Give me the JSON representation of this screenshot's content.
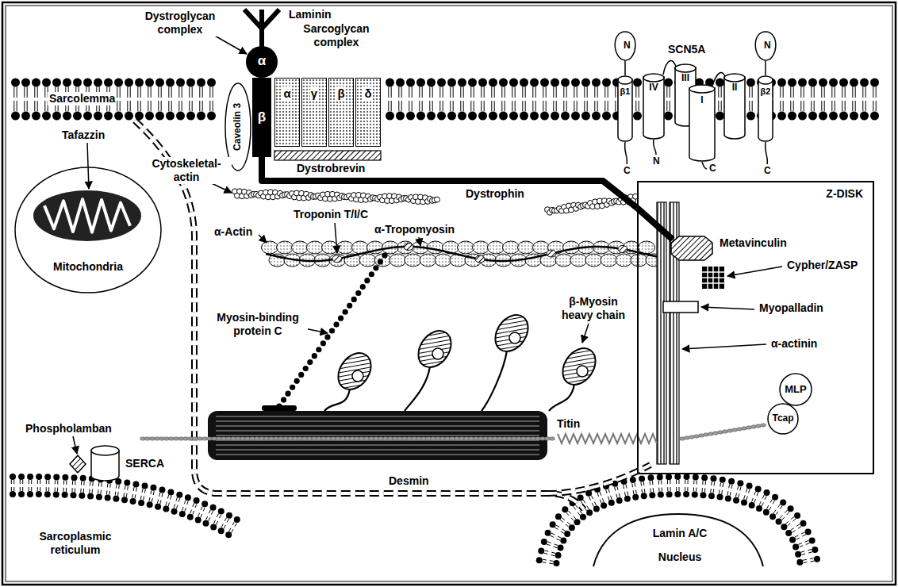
{
  "diagram": {
    "nodes": [
      {
        "text": [
          "α"
        ]
      },
      {
        "text": [
          "β"
        ]
      },
      {
        "text": [
          "Caveolin 3"
        ]
      },
      {
        "text": [
          "α"
        ]
      },
      {
        "text": [
          "γ"
        ]
      },
      {
        "text": [
          "β"
        ]
      },
      {
        "text": [
          "δ"
        ]
      },
      {
        "text": [
          "β1"
        ]
      },
      {
        "text": [
          "IV"
        ]
      },
      {
        "text": [
          "III"
        ]
      },
      {
        "text": [
          "I"
        ]
      },
      {
        "text": [
          "II"
        ]
      },
      {
        "text": [
          "β2"
        ]
      },
      {
        "text": [
          "Mitochondria"
        ]
      },
      {
        "text": [
          "Z-DISK"
        ]
      },
      {
        "text": [
          "MLP"
        ],
        "in": 14
      },
      {
        "text": [
          "Tcap"
        ],
        "in": 14
      }
    ],
    "edges": [
      {
        "from": 1,
        "to": 14,
        "label": "Dystrophin",
        "arrow": "none"
      }
    ],
    "labels": [
      "Laminin",
      "Dystroglycan complex",
      "Sarcoglycan complex",
      "SCN5A",
      "N",
      "N",
      "Sarcolemma",
      "N",
      "C",
      "C",
      "C",
      "Dystrobrevin",
      "Tafazzin",
      "Cytoskeletal- actin",
      "Troponin T/I/C",
      "α-Actin",
      "α-Tropomyosin",
      "Metavinculin",
      "Cypher/ZASP",
      "Myopalladin",
      "Myosin-binding protein C",
      "β-Myosin heavy chain",
      "α-actinin",
      "Phospholamban",
      "Titin",
      "SERCA",
      "Desmin",
      "Sarcoplasmic reticulum",
      "Lamin A/C",
      "Nucleus"
    ]
  }
}
